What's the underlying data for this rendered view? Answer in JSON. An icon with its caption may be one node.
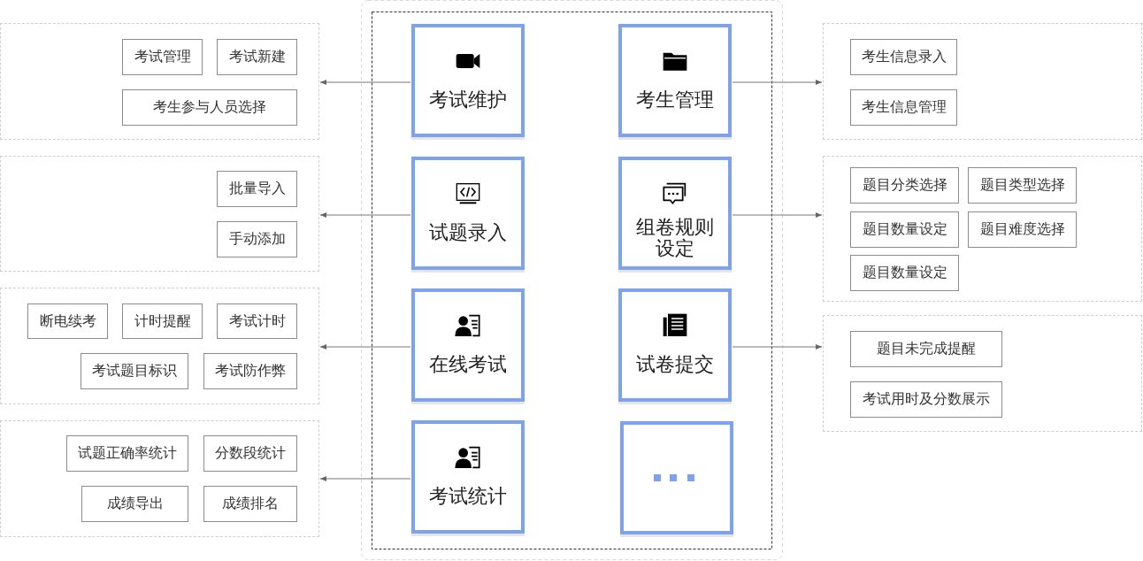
{
  "diagram": {
    "nodes": [
      {
        "text": [],
        "shape": "box"
      },
      {
        "text": [
          "考试管理"
        ],
        "in": 0
      },
      {
        "text": [
          "考试新建"
        ],
        "in": 0
      },
      {
        "text": [
          "考生参与人员选择"
        ],
        "in": 0
      },
      {
        "text": [
          "考试维护"
        ]
      },
      {
        "text": [
          "考生管理"
        ]
      },
      {
        "text": [],
        "shape": "box"
      },
      {
        "text": [
          "考生信息录入"
        ],
        "in": 6
      },
      {
        "text": [
          "考生信息管理"
        ],
        "in": 6
      },
      {
        "text": [],
        "shape": "box"
      },
      {
        "text": [
          "批量导入"
        ],
        "in": 9
      },
      {
        "text": [
          "手动添加"
        ],
        "in": 9
      },
      {
        "text": [
          "试题录入"
        ]
      },
      {
        "text": [
          "组卷规则设定"
        ]
      },
      {
        "text": [],
        "shape": "box"
      },
      {
        "text": [
          "题目分类选择"
        ],
        "in": 14
      },
      {
        "text": [
          "题目类型选择"
        ],
        "in": 14
      },
      {
        "text": [
          "题目数量设定"
        ],
        "in": 14
      },
      {
        "text": [
          "题目难度选择"
        ],
        "in": 14
      },
      {
        "text": [
          "题目数量设定"
        ],
        "in": 14
      },
      {
        "text": [],
        "shape": "box"
      },
      {
        "text": [
          "断电续考"
        ],
        "in": 20
      },
      {
        "text": [
          "计时提醒"
        ],
        "in": 20
      },
      {
        "text": [
          "考试计时"
        ],
        "in": 20
      },
      {
        "text": [
          "考试题目标识"
        ],
        "in": 20
      },
      {
        "text": [
          "考试防作弊"
        ],
        "in": 20
      },
      {
        "text": [
          "在线考试"
        ]
      },
      {
        "text": [
          "试卷提交"
        ]
      },
      {
        "text": [],
        "shape": "box"
      },
      {
        "text": [
          "题目未完成提醒"
        ],
        "in": 28
      },
      {
        "text": [
          "考试用时及分数展示"
        ],
        "in": 28
      },
      {
        "text": [],
        "shape": "box"
      },
      {
        "text": [
          "试题正确率统计"
        ],
        "in": 31
      },
      {
        "text": [
          "分数段统计"
        ],
        "in": 31
      },
      {
        "text": [
          "成绩导出"
        ],
        "in": 31
      },
      {
        "text": [
          "成绩排名"
        ],
        "in": 31
      },
      {
        "text": [
          "考试统计"
        ]
      },
      {
        "text": [],
        "shape": "box"
      }
    ],
    "edges": [
      {
        "from": 4,
        "to": 0,
        "arrow": "to"
      },
      {
        "from": 5,
        "to": 6,
        "arrow": "to"
      },
      {
        "from": 12,
        "to": 9,
        "arrow": "to"
      },
      {
        "from": 13,
        "to": 14,
        "arrow": "to"
      },
      {
        "from": 26,
        "to": 20,
        "arrow": "to"
      },
      {
        "from": 27,
        "to": 28,
        "arrow": "to"
      },
      {
        "from": 36,
        "to": 31,
        "arrow": "to"
      }
    ]
  }
}
